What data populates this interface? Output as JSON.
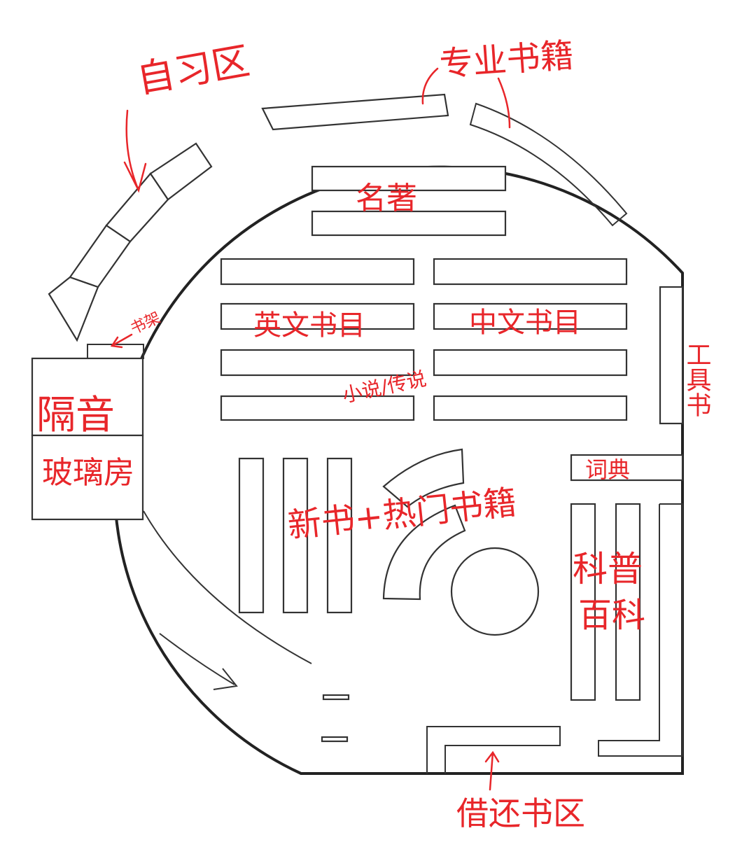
{
  "labels": {
    "study_area": "自习区",
    "professional_books": "专业书籍",
    "famous_works": "名著",
    "english_books": "英文书目",
    "chinese_books": "中文书目",
    "fiction_legends": "小说/传说",
    "bookshelf": "书架",
    "soundproof": "隔音",
    "glass_room": "玻璃房",
    "tool_books": "工具书",
    "dictionary": "词典",
    "new_hot_books": "新书+热门书籍",
    "popular_science": "科普",
    "encyclopedia": "百科",
    "borrow_return": "借还书区"
  },
  "colors": {
    "annotation": "#e8262a",
    "line": "#222222"
  }
}
